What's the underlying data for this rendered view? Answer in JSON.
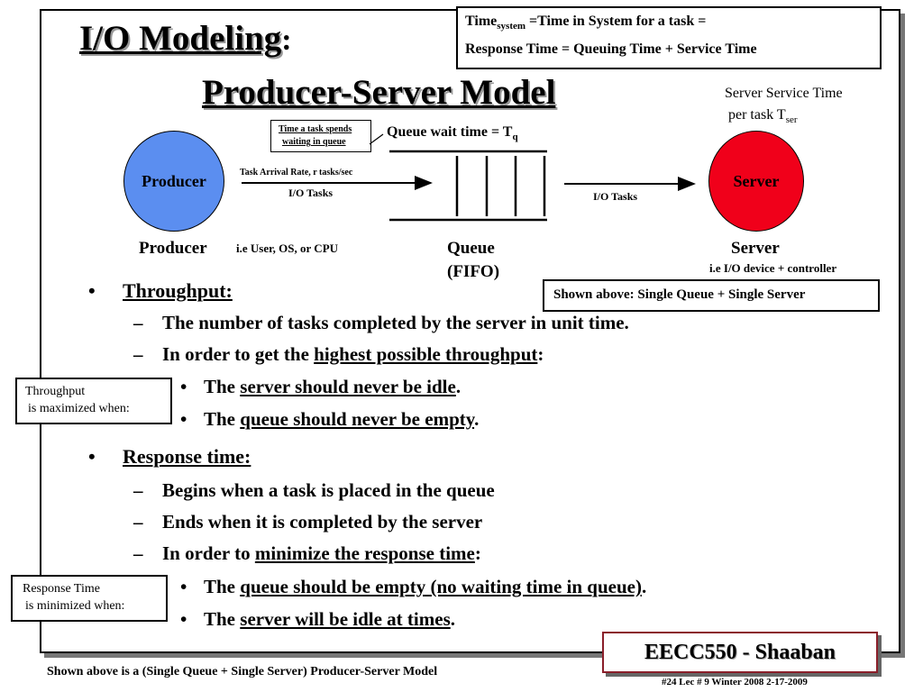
{
  "title": "I/O Modeling",
  "title_colon": ":",
  "subtitle": "Producer-Server Model",
  "top_box": {
    "line1_pre": "Time",
    "line1_sub": "system",
    "line1_post": " =Time in System for a task =",
    "line2": "Response Time =  Queuing Time + Service Time"
  },
  "server_service": {
    "line1": "Server Service Time",
    "line2_pre": "per task  T",
    "line2_sub": "ser"
  },
  "task_note": {
    "line1": "Time a task spends",
    "line2": "waiting in queue"
  },
  "queue_wait": {
    "pre": "Queue wait time  =  T",
    "sub": "q"
  },
  "arrival_rate": "Task Arrival Rate, r tasks/sec",
  "io_tasks_left": "I/O Tasks",
  "io_tasks_right": "I/O Tasks",
  "producer_circle": "Producer",
  "server_circle": "Server",
  "colors": {
    "producer": "#5b8ef0",
    "server": "#f0001a",
    "logo_border": "#8a1f2a"
  },
  "producer_label": "Producer",
  "producer_desc": "i.e User, OS, or CPU",
  "queue_label_1": "Queue",
  "queue_label_2": "(FIFO)",
  "server_label": "Server",
  "server_desc": "i.e I/O device + controller",
  "shown_above_box": "Shown above:  Single Queue + Single Server",
  "throughput": {
    "heading": "Throughput:",
    "item1": "The number of tasks completed by the server in unit time.",
    "item2_pre": "In order to get the ",
    "item2_u": "highest possible throughput",
    "item2_post": ":",
    "sub1_pre": "The ",
    "sub1_u": "server should never be idle",
    "sub1_post": ".",
    "sub2_pre": "The ",
    "sub2_u": "queue should never be empty",
    "sub2_post": "."
  },
  "throughput_note": {
    "line1": "Throughput",
    "line2": "is maximized when:"
  },
  "response": {
    "heading": "Response time:",
    "item1": "Begins when a task is placed in the queue",
    "item2": "Ends when it is completed by the server",
    "item3_pre": "In order to ",
    "item3_u": "minimize the response time",
    "item3_post": ":",
    "sub1_pre": "The ",
    "sub1_u": "queue should be empty (no waiting time in queue)",
    "sub1_post": ".",
    "sub2_pre": "The ",
    "sub2_u": "server will be idle at times",
    "sub2_post": "."
  },
  "response_note": {
    "line1": "Response Time",
    "line2": "is minimized when:"
  },
  "footer_left": "Shown above is a (Single Queue + Single Server) Producer-Server Model",
  "logo": "EECC550 - Shaaban",
  "footer_right": "#24   Lec # 9   Winter 2008  2-17-2009"
}
